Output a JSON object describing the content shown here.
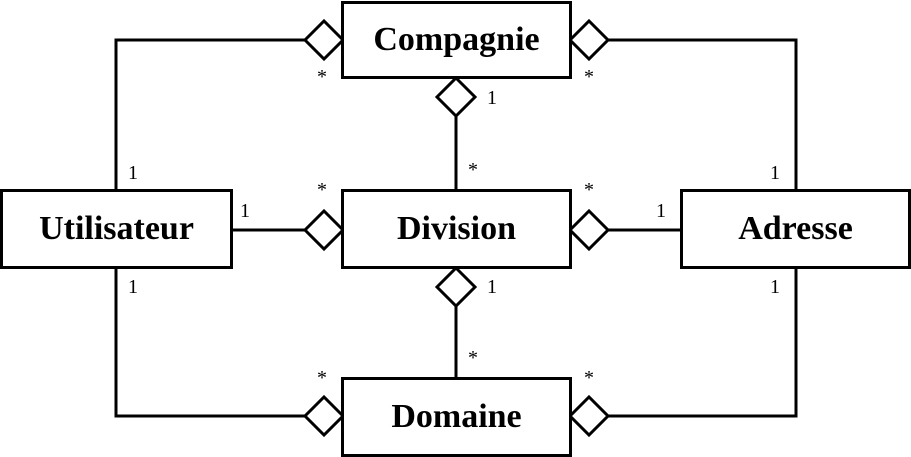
{
  "classes": {
    "compagnie": "Compagnie",
    "utilisateur": "Utilisateur",
    "division": "Division",
    "adresse": "Adresse",
    "domaine": "Domaine"
  },
  "multiplicities": {
    "utilisateur_compagnie_many": "*",
    "utilisateur_compagnie_one": "1",
    "adresse_compagnie_many": "*",
    "adresse_compagnie_one": "1",
    "division_compagnie_one": "1",
    "division_compagnie_many": "*",
    "utilisateur_division_one": "1",
    "utilisateur_division_many": "*",
    "adresse_division_many": "*",
    "adresse_division_one": "1",
    "domaine_division_one": "1",
    "domaine_division_many": "*",
    "utilisateur_domaine_one": "1",
    "utilisateur_domaine_many": "*",
    "adresse_domaine_one": "1",
    "adresse_domaine_many": "*"
  }
}
